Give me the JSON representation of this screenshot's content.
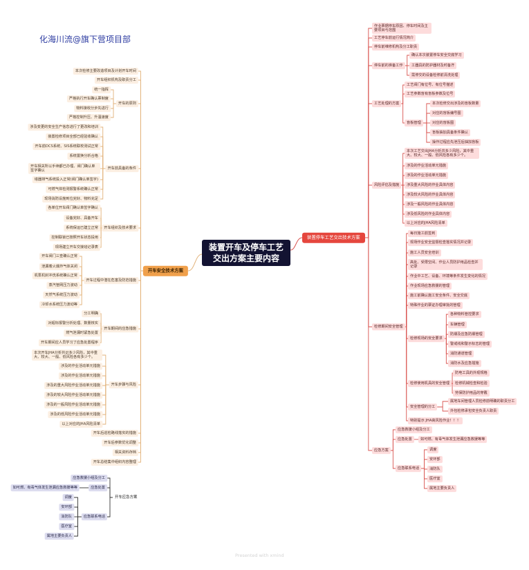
{
  "watermark": "化海川流@旗下营项目部",
  "central_topic": "装置开车及停车工艺交出方案主要内容",
  "footer": "Presented with xmind",
  "colors": {
    "left_branch": "#f0a04b",
    "right_branch": "#e5463d",
    "central": "#131332",
    "left_line": "#e2b27a",
    "right_line": "#d9534f"
  },
  "left": {
    "label": "开车安全技术方案",
    "children": [
      {
        "label": "本次检修主要改造项目及计划开车时间"
      },
      {
        "label": "开车组织机构及职责分工"
      },
      {
        "label": "开车的原则",
        "children": [
          {
            "label": "统一指挥"
          },
          {
            "label": "严格执行开车确认票制度"
          },
          {
            "label": "物料接收分步先进行"
          },
          {
            "label": "严格控制升压、升温速度"
          }
        ]
      },
      {
        "label": "开车前具备的条件",
        "children": [
          {
            "label": "涉及变更的安全生产信息进行了更改和培训"
          },
          {
            "label": "装置检修项目全部已经验收确认"
          },
          {
            "label": "开车前DCS系统、SIS系统联校测试正常"
          },
          {
            "label": "系统置换分析合格"
          },
          {
            "label": "开车相关所以手续都已办理、阀门确认单签字确认"
          },
          {
            "label": "塔器排气系统投入正常(阀门确认单签字)"
          },
          {
            "label": "可燃气体检测报警系统确认正常"
          },
          {
            "label": "现场消防设施到位完好、物料充足"
          }
        ]
      },
      {
        "label": "开车组织及技术要求",
        "children": [
          {
            "label": "各单位开车阀门确认单签字确认"
          },
          {
            "label": "设备完好、具备开车"
          },
          {
            "label": "系统保运已建立正常"
          },
          {
            "label": "控制联锁已按照开车状态投用"
          },
          {
            "label": "现场建立开车交接班记录表"
          }
        ]
      },
      {
        "label": "开车过程中潜在危害及防范措施",
        "children": [
          {
            "label": "开车阀门三查确认正常"
          },
          {
            "label": "泄漏着火爆炸气体关闭"
          },
          {
            "label": "机泵机封冲洗系统确认正常"
          },
          {
            "label": "蒸汽管网压力波动"
          },
          {
            "label": "天然气系统压力波动"
          },
          {
            "label": "冷却水系统压力波动等"
          }
        ]
      },
      {
        "label": "开车期间的应急措施",
        "children": [
          {
            "label": "分工明确"
          },
          {
            "label": "对超标报警分析处理、数量核实"
          },
          {
            "label": "燃气泄漏时紧急处置"
          },
          {
            "label": "开车期间应人员学习了应急处置程序"
          }
        ]
      },
      {
        "label": "开车步骤与风险",
        "children": [
          {
            "label": "本次开车JHA分析共识多少风险，其中重大、较大、一般、低风险各有多少个。"
          },
          {
            "label": "涉及的作业活动单元措施"
          },
          {
            "label": "涉及的作业活动单元措施"
          },
          {
            "label": "涉及的重大风险作业活动单元措施"
          },
          {
            "label": "涉及的较大风险作业活动单元措施"
          },
          {
            "label": "涉及的一般风险作业活动单元措施"
          },
          {
            "label": "涉及的低风险作业活动单元措施"
          },
          {
            "label": "以上对应的JHA风险清单"
          }
        ]
      },
      {
        "label": "开车后巡检路线落实的措施"
      },
      {
        "label": "开车后参数优化调整"
      },
      {
        "label": "相关资料存档"
      },
      {
        "label": "开车总结集中组织内容整理"
      }
    ]
  },
  "right": {
    "label": "装置停车工艺交出技术方案",
    "children": [
      {
        "label": "作业票据停车原因、停车时间及主要项目与范围"
      },
      {
        "label": "工艺停车前运行情况简介"
      },
      {
        "label": "停车前维修机构及分工职责"
      },
      {
        "label": "停车前的准备工作",
        "children": [
          {
            "label": "确认本次装置停车安全交底学习"
          },
          {
            "label": "工器具的防护器材及时备齐"
          },
          {
            "label": "需停交的设备检修前清洗处理"
          }
        ]
      },
      {
        "label": "工艺处理的方案",
        "children": [
          {
            "label": "工艺阀门有位号、有位号描述"
          },
          {
            "label": "工艺参数盲有盲板参数及位号"
          },
          {
            "label": "盲板管理",
            "children": [
              {
                "label": "本次检修交出涉及的盲板数量"
              },
              {
                "label": "对应的盲板编号图"
              },
              {
                "label": "对应的盲板图"
              },
              {
                "label": "盲板抽加具备条件确认"
              },
              {
                "label": "操作过程应先泄压后抽加盲板"
              }
            ]
          }
        ]
      },
      {
        "label": "风险评估及措施",
        "children": [
          {
            "label": "本次工艺交出JHA分析共多少风险，其中重大、较大、一般、低风险各有多少个。"
          },
          {
            "label": "涉及的作业活动单元措施"
          },
          {
            "label": "涉及的作业活动单元措施"
          },
          {
            "label": "涉及重大风险的作业具体内容"
          },
          {
            "label": "涉及较大风险的作业具体内容"
          },
          {
            "label": "涉及一般风险的作业具体内容"
          },
          {
            "label": "涉及低风险的作业具体内容"
          },
          {
            "label": "以上对应的JHA风险清单"
          }
        ]
      },
      {
        "label": "检修期间安全管理",
        "children": [
          {
            "label": "每日施工前签到"
          },
          {
            "label": "现场作业安全监督检查落实情况并记录"
          },
          {
            "label": "施工人员安全培训"
          },
          {
            "label": "高处、受限空间、作业人员防护用品检查并记录"
          },
          {
            "label": "作业中工艺、设备、环境等条件发生变化的情况"
          },
          {
            "label": "作业现场应急救援的管理"
          },
          {
            "label": "施工前确认施工安全条件、安全交底"
          },
          {
            "label": "特殊作业的票证办理审批的管理"
          },
          {
            "label": "检修现场的安全要求",
            "children": [
              {
                "label": "各种物料管控要求"
              },
              {
                "label": "车辆管理"
              },
              {
                "label": "防爆及应急防爆管理"
              },
              {
                "label": "警戒线和警示标志的管理"
              },
              {
                "label": "消防通道管理"
              },
              {
                "label": "消防水及应急措施"
              }
            ]
          },
          {
            "label": "检修使用机具的安全管理",
            "children": [
              {
                "label": "防电工具的外观规格"
              },
              {
                "label": "检修机械检查和检验"
              },
              {
                "label": "劳保防护用品的穿戴"
              }
            ]
          },
          {
            "label": "安全管理的分工",
            "children": [
              {
                "label": "属地车间管理人员检修前明确的职责分工"
              },
              {
                "label": "外包检修承包安全负责人职责"
              }
            ]
          },
          {
            "label": "特别提示 JHA高风险作业！！！"
          }
        ]
      },
      {
        "label": "应急方案",
        "children": [
          {
            "label": "应急救援小组及分工"
          },
          {
            "label": "应急处置",
            "children": [
              {
                "label": "如可燃、有毒气体发生泄漏应急救援等等"
              }
            ]
          },
          {
            "label": "应急联系电话",
            "children": [
              {
                "label": "调度"
              },
              {
                "label": "安环部"
              },
              {
                "label": "消防队"
              },
              {
                "label": "医疗室"
              },
              {
                "label": "属地主要负责人"
              }
            ]
          }
        ]
      }
    ]
  },
  "bottom_left": {
    "label": "开车应急方案",
    "children": [
      {
        "label": "应急救援小组及分工"
      },
      {
        "label": "应急处置",
        "children": [
          {
            "label": "如可燃、有毒气体发生泄漏应急救援等等"
          }
        ]
      },
      {
        "label": "应急联系电话",
        "children": [
          {
            "label": "调度"
          },
          {
            "label": "安环部"
          },
          {
            "label": "消防队"
          },
          {
            "label": "医疗室"
          },
          {
            "label": "属地主要负责人"
          }
        ]
      }
    ]
  }
}
